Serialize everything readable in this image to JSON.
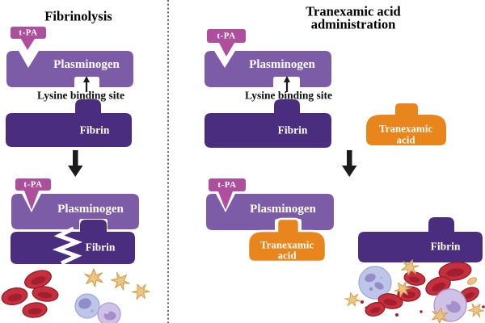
{
  "figure": {
    "left_panel": {
      "title": "Fibrinolysis",
      "labels": {
        "tpa": "t-PA",
        "plasminogen": "Plasminogen",
        "lysine_binding_site": "Lysine binding site",
        "fibrin": "Fibrin"
      }
    },
    "right_panel": {
      "title_line1": "Tranexamic acid",
      "title_line2": "administration",
      "labels": {
        "tpa": "t-PA",
        "plasminogen": "Plasminogen",
        "lysine_binding_site": "Lysine binding site",
        "fibrin": "Fibrin",
        "txa_line1": "Tranexamic",
        "txa_line2": "acid"
      }
    },
    "colors": {
      "tpa_tag": "#ad4f9d",
      "plasminogen": "#7d5ca7",
      "fibrin": "#4b2d80",
      "tranexamic_acid": "#e8861d",
      "arrow": "#1b1b1b",
      "divider": "#1b1b1b",
      "rbc": "#c82f3c",
      "rbc_inner": "#a02031",
      "platelet": "#ecc488",
      "wbc_blue": "#bdc6e8",
      "wbc_purple": "#cfc2e6",
      "title_text": "#000000"
    }
  }
}
